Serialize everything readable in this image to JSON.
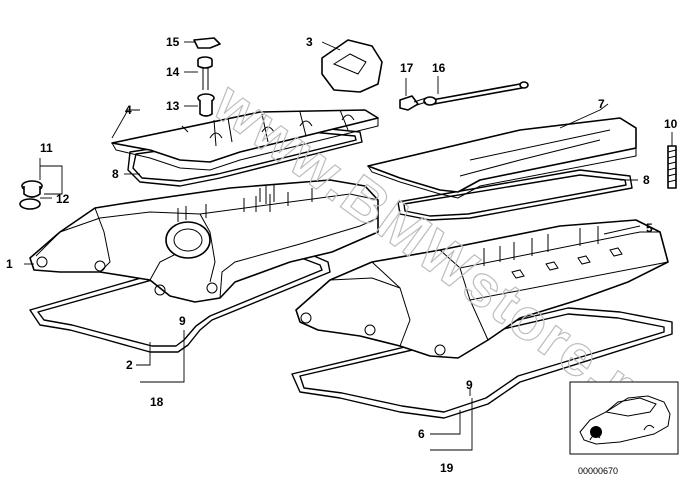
{
  "diagram": {
    "watermark": "www.BMWstore.ru",
    "catalog_number": "00000670",
    "callouts": {
      "c1": "1",
      "c2": "2",
      "c3": "3",
      "c4": "4",
      "c5": "5",
      "c6": "6",
      "c7": "7",
      "c8a": "8",
      "c8b": "8",
      "c9a": "9",
      "c9b": "9",
      "c10": "10",
      "c11": "11",
      "c12": "12",
      "c13": "13",
      "c14": "14",
      "c15": "15",
      "c16": "16",
      "c17": "17",
      "c18": "18",
      "c19": "19"
    }
  }
}
